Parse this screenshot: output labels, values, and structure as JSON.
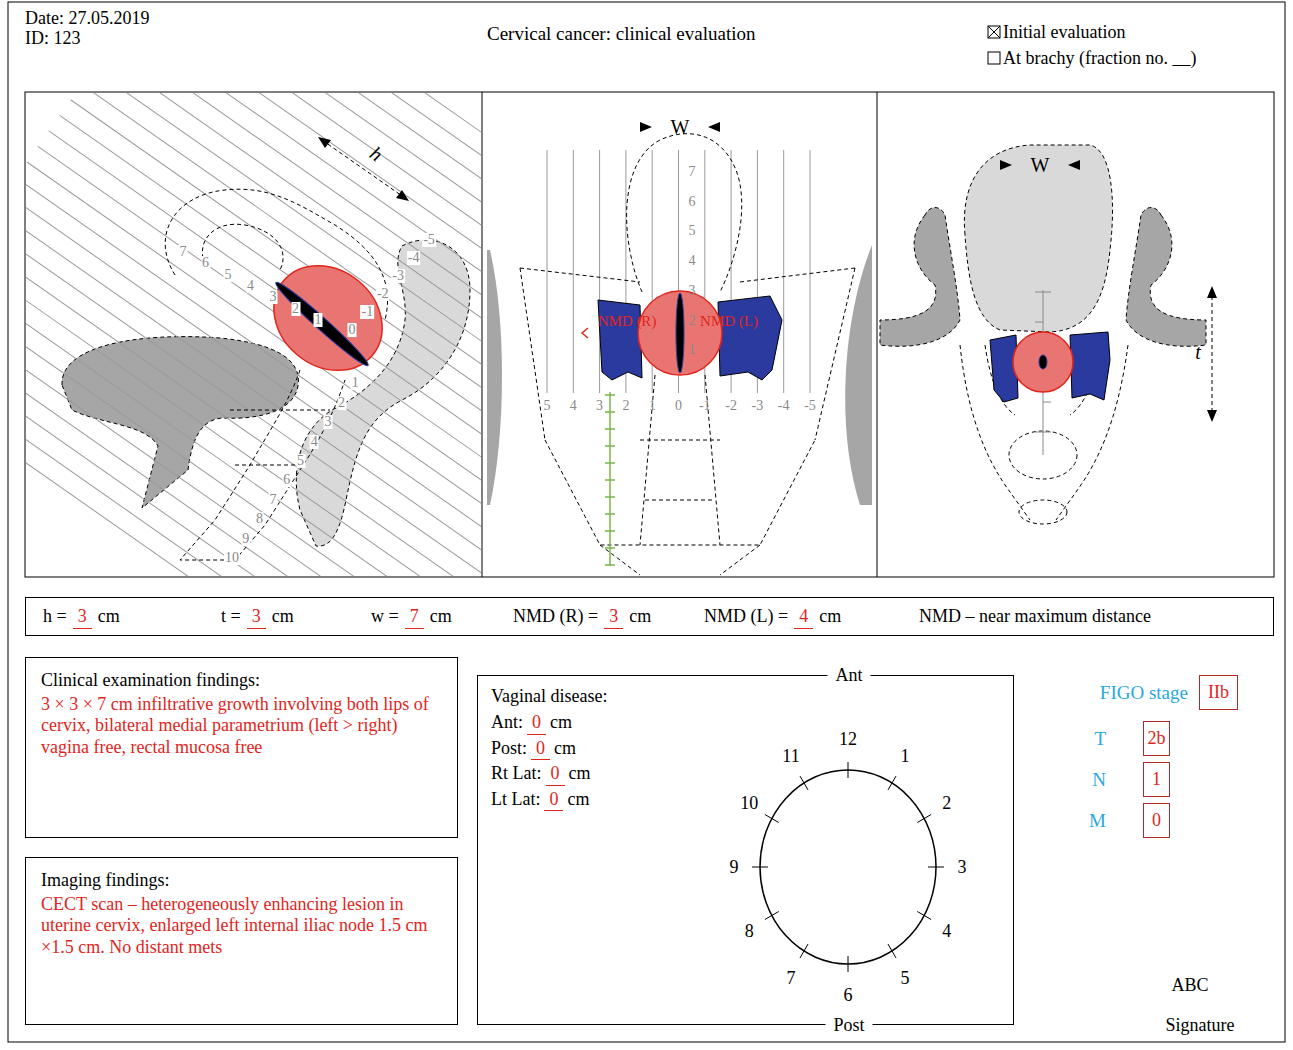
{
  "diagram": {
    "title": "Cervical cancer: clinical evaluation",
    "nodes": [
      {
        "text": [
          "h =",
          "3",
          "cm",
          "t =",
          "3",
          "cm",
          "w =",
          "7",
          "cm",
          "NMD (R) =",
          "3",
          "cm",
          "NMD (L) =",
          "4",
          "cm",
          "NMD – near maximum distance"
        ]
      },
      {
        "text": [
          "Clinical examination findings:",
          "3 × 3 × 7 cm infiltrative growth involving both lips of cervix, bilateral medial parametrium (left > right) vagina free, rectal mucosa free"
        ]
      },
      {
        "text": [
          "Imaging findings:",
          "CECT scan – heterogeneously enhancing lesion in uterine cervix, enlarged left internal iliac node 1.5 cm ×1.5 cm. No distant mets"
        ]
      },
      {
        "text": [
          "Vaginal disease:",
          "Ant:",
          "0",
          "cm",
          "Post:",
          "0",
          "cm",
          "Rt Lat:",
          "0",
          "cm",
          "Lt Lat:",
          "0",
          "cm",
          "Ant",
          "Post"
        ]
      },
      {
        "text": [
          "FIGO stage",
          "IIb"
        ]
      },
      {
        "text": [
          "T",
          "2b"
        ]
      },
      {
        "text": [
          "N",
          "1"
        ]
      },
      {
        "text": [
          "M",
          "0"
        ]
      }
    ],
    "labels": [
      "Date: 27.05.2019",
      "ID: 123",
      "Initial evaluation",
      "At brachy (fraction no. __)",
      "h",
      "7",
      "6",
      "5",
      "4",
      "3",
      "2",
      "1",
      "10",
      "9",
      "8",
      "7",
      "6",
      "5",
      "4",
      "3",
      "2",
      "1",
      "0",
      "-1",
      "-2",
      "-3",
      "-4",
      "-5",
      "W",
      "7",
      "6",
      "5",
      "4",
      "3",
      "2",
      "1",
      "5",
      "4",
      "3",
      "2",
      "1",
      "0",
      "-1",
      "-2",
      "-3",
      "-4",
      "-5",
      "NMD (R)",
      "NMD (L)",
      "W",
      "t",
      "12",
      "1",
      "2",
      "3",
      "4",
      "5",
      "6",
      "7",
      "8",
      "9",
      "10",
      "11",
      "ABC",
      "Signature"
    ]
  }
}
